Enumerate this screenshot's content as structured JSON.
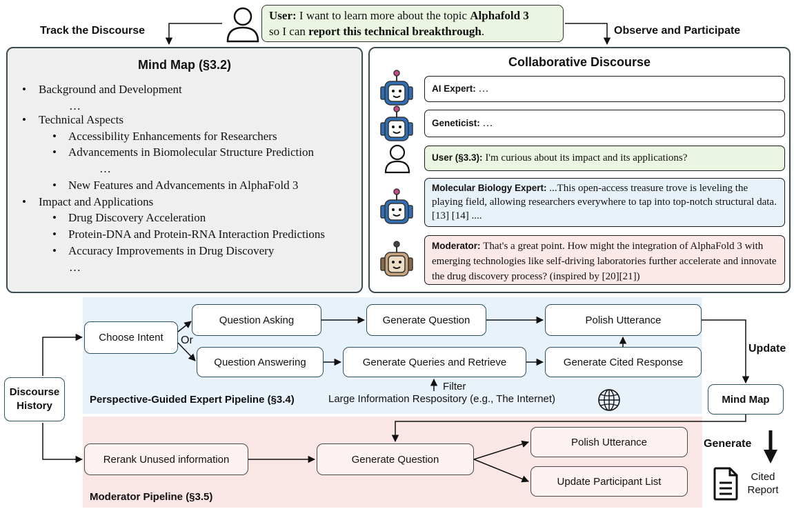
{
  "header": {
    "track_label": "Track the Discourse",
    "observe_label": "Observe and Participate",
    "user_prefix": "User:",
    "user_text_1": "I want to learn more about the topic",
    "user_topic": "Alphafold 3",
    "user_text_2": "so I can",
    "user_goal": "report this technical breakthrough",
    "user_text_3": "."
  },
  "mind_map": {
    "title": "Mind Map (§3.2)",
    "items": [
      "Background and Development",
      "…",
      "Technical Aspects",
      "Accessibility Enhancements for Researchers",
      "Advancements in Biomolecular Structure Prediction",
      "…",
      "New Features and Advancements in AlphaFold 3",
      "Impact and Applications",
      "Drug Discovery Acceleration",
      "Protein-DNA and Protein-RNA Interaction Predictions",
      "Accuracy Improvements in Drug Discovery",
      "…"
    ]
  },
  "discourse": {
    "title": "Collaborative Discourse",
    "messages": [
      {
        "speaker": "AI Expert:",
        "text": "…"
      },
      {
        "speaker": "Geneticist:",
        "text": "…"
      },
      {
        "speaker": "User (§3.3):",
        "text": "I'm curious about its impact and its applications?"
      },
      {
        "speaker": "Molecular Biology Expert:",
        "text": "...This open-access treasure trove is leveling the playing field, allowing researchers everywhere to tap into top-notch structural data.[13] [14] ...."
      },
      {
        "speaker": "Moderator:",
        "text": "That's a great point. How might the integration of AlphaFold 3 with emerging technologies like self-driving laboratories further accelerate and innovate the drug discovery process? (inspired by [20][21])"
      }
    ]
  },
  "pipeline": {
    "discourse_history": "Discourse History",
    "choose_intent": "Choose Intent",
    "or_label": "Or",
    "question_asking": "Question Asking",
    "question_answering": "Question Answering",
    "generate_question": "Generate Question",
    "generate_queries": "Generate Queries and Retrieve",
    "polish_utterance": "Polish Utterance",
    "generate_cited_response": "Generate Cited Response",
    "filter_label": "Filter",
    "repository_label": "Large Information Respository (e.g., The Internet)",
    "expert_pipeline_label": "Perspective-Guided Expert Pipeline (§3.4)",
    "update_label": "Update",
    "mind_map_box": "Mind Map",
    "generate_label": "Generate",
    "cited_report": "Cited Report",
    "rerank": "Rerank Unused information",
    "mod_generate_question": "Generate Question",
    "mod_polish_utterance": "Polish Utterance",
    "update_participant_list": "Update Participant List",
    "moderator_pipeline_label": "Moderator Pipeline (§3.5)"
  },
  "colors": {
    "user_bubble": "#eaf5e2",
    "expert_bubble": "#e7f1f8",
    "moderator_bubble": "#fbe9e7",
    "expert_region": "#e8f2fa",
    "moderator_region": "#fbe6e6",
    "robot_blue": "#2f6fb6",
    "robot_tan": "#c8a57c"
  }
}
